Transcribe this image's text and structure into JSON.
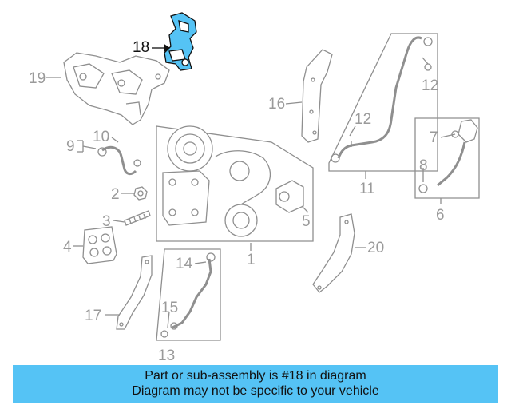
{
  "callouts": {
    "c18": "18",
    "c19": "19",
    "c16": "16",
    "c12a": "12",
    "c12b": "12",
    "c9": "9",
    "c10": "10",
    "c7": "7",
    "c8": "8",
    "c2": "2",
    "c3": "3",
    "c11": "11",
    "c6": "6",
    "c5": "5",
    "c4": "4",
    "c20": "20",
    "c1": "1",
    "c14": "14",
    "c17": "17",
    "c15": "15",
    "c13": "13"
  },
  "highlight_color": "#55c3f5",
  "banner": {
    "line1": "Part or sub-assembly is #18 in diagram",
    "line2": "Diagram may not be specific to your vehicle"
  }
}
